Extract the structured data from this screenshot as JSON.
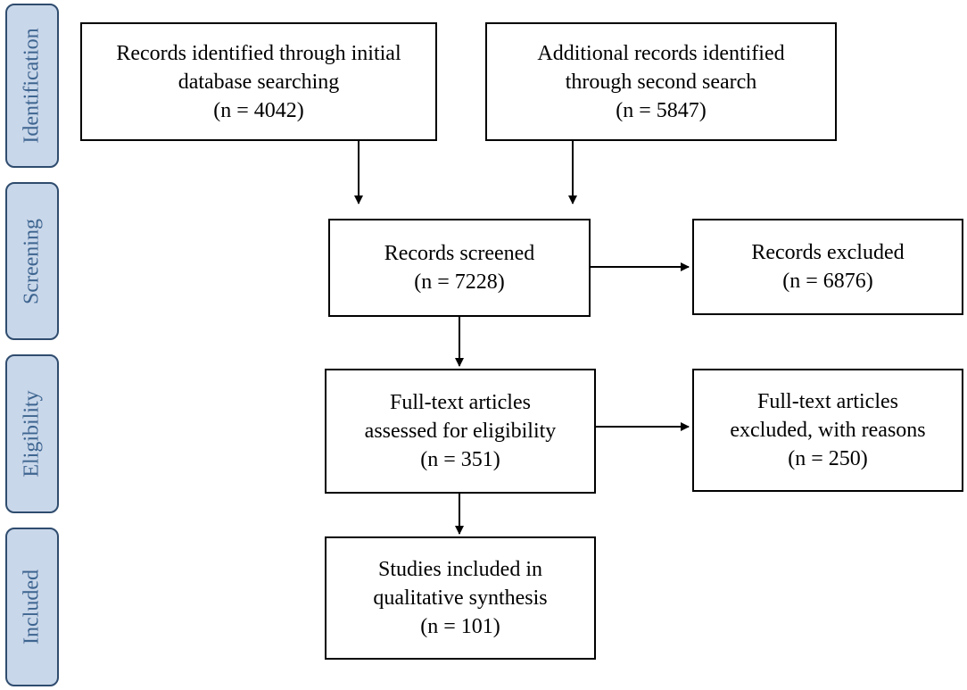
{
  "phases": {
    "identification": "Identification",
    "screening": "Screening",
    "eligibility": "Eligibility",
    "included": "Included"
  },
  "boxes": {
    "initial_search": {
      "lines": [
        "Records identified through initial",
        "database searching",
        "(n = 4042)"
      ]
    },
    "second_search": {
      "lines": [
        "Additional records identified",
        "through second search",
        "(n = 5847)"
      ]
    },
    "screened": {
      "lines": [
        "Records screened",
        "(n = 7228)"
      ]
    },
    "excluded": {
      "lines": [
        "Records excluded",
        "(n = 6876)"
      ]
    },
    "fulltext_assessed": {
      "lines": [
        "Full-text articles",
        "assessed for eligibility",
        "(n = 351)"
      ]
    },
    "fulltext_excluded": {
      "lines": [
        "Full-text articles",
        "excluded, with reasons",
        "(n = 250)"
      ]
    },
    "included_studies": {
      "lines": [
        "Studies included in",
        "qualitative synthesis",
        "(n = 101)"
      ]
    }
  },
  "colors": {
    "phase_fill": "#c9d7ea",
    "phase_border": "#2f4c6e",
    "phase_text": "#3e6590",
    "box_border": "#000000"
  }
}
